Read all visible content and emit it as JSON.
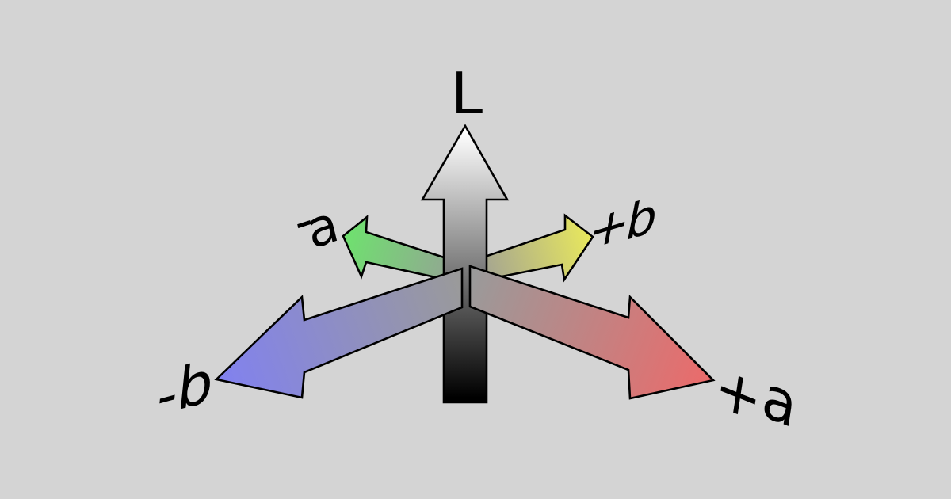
{
  "diagram": {
    "name": "lab-color-space-axes",
    "background_color": "#d4d4d4",
    "outline_color": "#000000",
    "neutral_color": "#9a9a9a",
    "axes": {
      "lightness": {
        "label": "L",
        "direction": "up",
        "color_top": "#ffffff",
        "color_bottom": "#000000"
      },
      "negative_a": {
        "sign": "-",
        "letter": "a",
        "direction": "upper-left",
        "color": "#6ee26e"
      },
      "positive_a": {
        "sign": "+",
        "letter": "a",
        "direction": "lower-right",
        "color": "#ec6a6a"
      },
      "negative_b": {
        "sign": "-",
        "letter": "b",
        "direction": "lower-left",
        "color": "#8181f0"
      },
      "positive_b": {
        "sign": "+",
        "letter": "b",
        "direction": "upper-right",
        "color": "#e9e95c"
      }
    }
  }
}
